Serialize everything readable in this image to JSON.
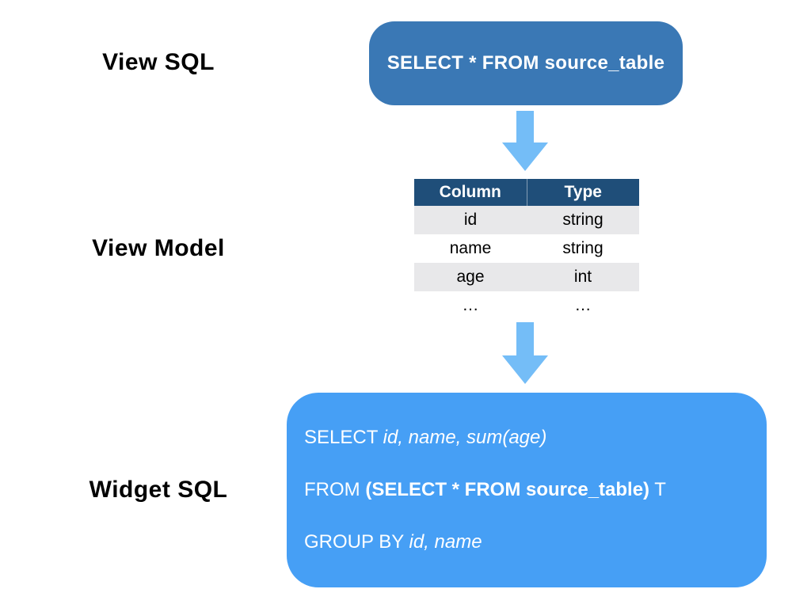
{
  "labels": {
    "view_sql": "View SQL",
    "view_model": "View Model",
    "widget_sql": "Widget SQL"
  },
  "view_sql_box": {
    "text": "SELECT * FROM source_table"
  },
  "view_model_table": {
    "headers": [
      "Column",
      "Type"
    ],
    "rows": [
      {
        "column": "id",
        "type": "string"
      },
      {
        "column": "name",
        "type": "string"
      },
      {
        "column": "age",
        "type": "int"
      },
      {
        "column": "…",
        "type": "…"
      }
    ]
  },
  "widget_sql_box": {
    "line1": {
      "keyword": "SELECT ",
      "italic": "id, name, sum(age)"
    },
    "line2": {
      "keyword": "FROM ",
      "bold": "(SELECT * FROM source_table)",
      "suffix": " T"
    },
    "line3": {
      "keyword": "GROUP BY ",
      "italic": "id, name"
    }
  },
  "icons": {
    "arrow1": "down-arrow",
    "arrow2": "down-arrow"
  },
  "colors": {
    "view_sql_box_bg": "#3a78b5",
    "table_header_bg": "#1f4e79",
    "table_row_alt_bg": "#e8e8ea",
    "arrow": "#74bdf7",
    "widget_sql_box_bg": "#469ff5"
  }
}
